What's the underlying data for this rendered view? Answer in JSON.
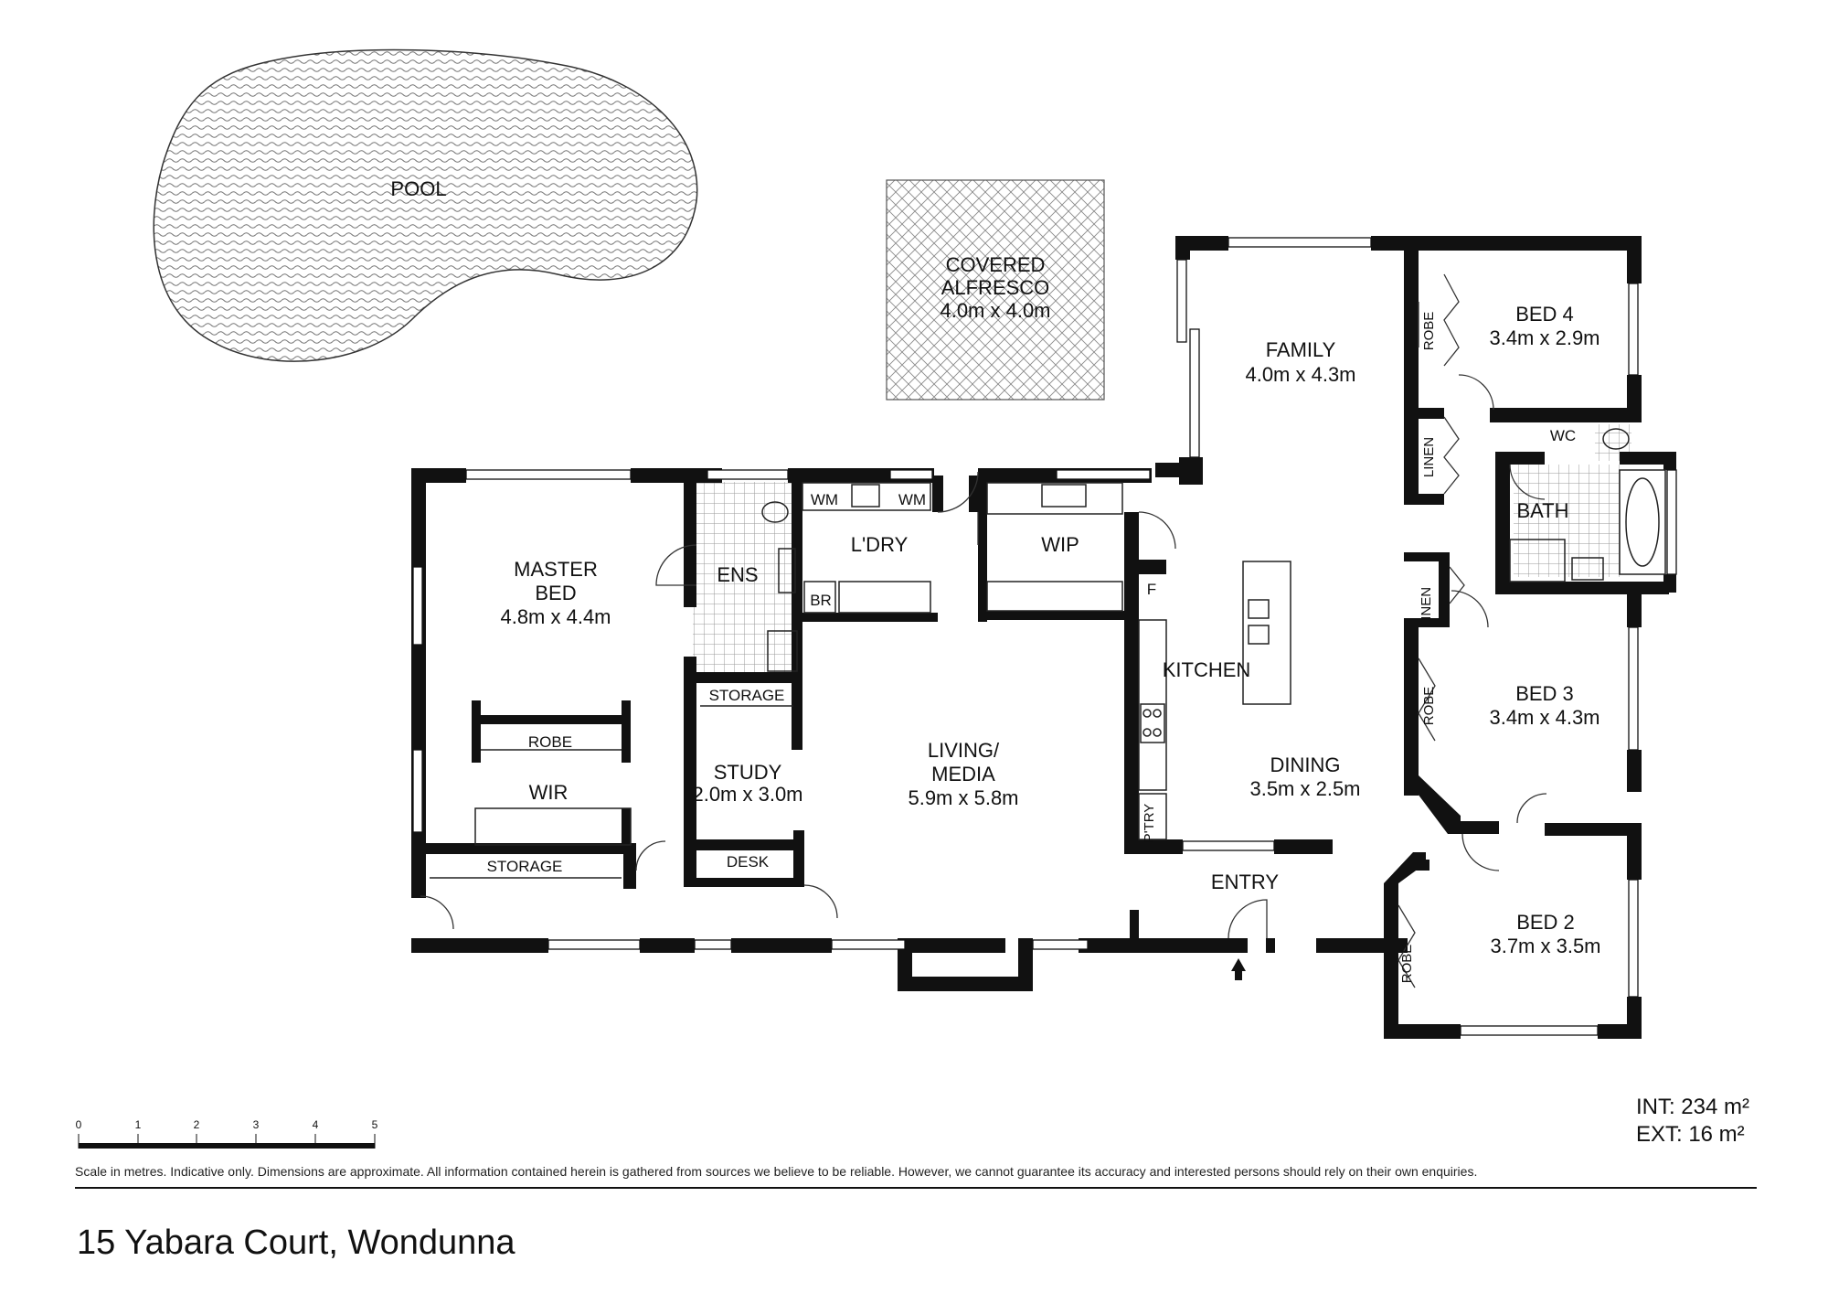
{
  "rooms": {
    "pool": "POOL",
    "alfresco_l1": "COVERED",
    "alfresco_l2": "ALFRESCO",
    "alfresco_dim": "4.0m x 4.0m",
    "family": "FAMILY",
    "family_dim": "4.0m x 4.3m",
    "bed4": "BED 4",
    "bed4_dim": "3.4m x 2.9m",
    "robe": "ROBE",
    "linen": "LINEN",
    "wc": "WC",
    "bath": "BATH",
    "master_l1": "MASTER",
    "master_l2": "BED",
    "master_dim": "4.8m x 4.4m",
    "ens": "ENS",
    "wm": "WM",
    "br": "BR",
    "ldry": "L'DRY",
    "wip": "WIP",
    "f": "F",
    "kitchen": "KITCHEN",
    "storage": "STORAGE",
    "study": "STUDY",
    "study_dim": "2.0m x 3.0m",
    "living_l1": "LIVING/",
    "living_l2": "MEDIA",
    "living_dim": "5.9m x 5.8m",
    "dining": "DINING",
    "dining_dim": "3.5m x 2.5m",
    "bed3": "BED 3",
    "bed3_dim": "3.4m x 4.3m",
    "wir": "WIR",
    "ptry": "P'TRY",
    "desk": "DESK",
    "entry": "ENTRY",
    "bed2": "BED 2",
    "bed2_dim": "3.7m x 3.5m"
  },
  "scale": {
    "ticks": [
      "0",
      "1",
      "2",
      "3",
      "4",
      "5"
    ]
  },
  "area": {
    "int": "INT: 234 m²",
    "ext": "EXT: 16 m²"
  },
  "disclaimer": "Scale in metres. Indicative only. Dimensions are approximate. All information contained herein is gathered from sources we believe to be reliable. However, we cannot guarantee its accuracy and interested persons should rely on their own enquiries.",
  "address": "15 Yabara Court, Wondunna"
}
